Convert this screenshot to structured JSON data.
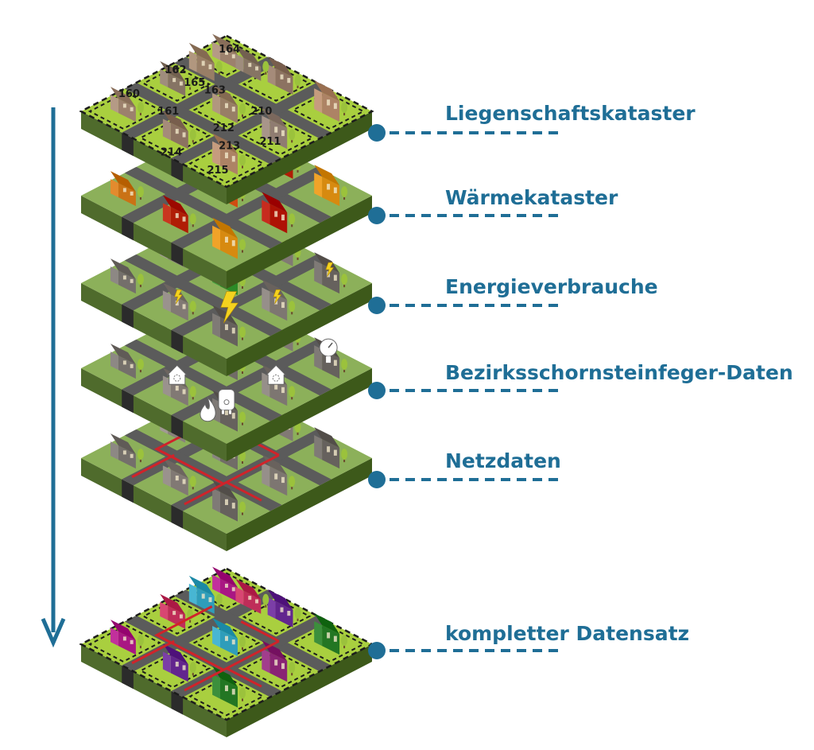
{
  "colors": {
    "accent": "#1f6e96",
    "grass_top": "#8cb05a",
    "grass_bright": "#a9cf3f",
    "grass_side": "#4f6b2c",
    "road": "#5b5b5b",
    "dashed_border": "#1c1c1c",
    "net_line": "#d0232a",
    "energy_bolt": "#f4d21f"
  },
  "layers": [
    {
      "id": "liegenschaft",
      "label": "Liegenschaftskataster",
      "theme": "parcels",
      "parcel_numbers": [
        "160",
        "161",
        "162",
        "163",
        "164",
        "165",
        "210",
        "211",
        "212",
        "213",
        "214",
        "215"
      ]
    },
    {
      "id": "waerme",
      "label": "Wärmekataster",
      "theme": "heat"
    },
    {
      "id": "energie",
      "label": "Energieverbrauche",
      "theme": "energy",
      "icon": "lightning-icon"
    },
    {
      "id": "schornstein",
      "label": "Bezirksschornsteinfeger-Daten",
      "theme": "chimney",
      "icons": [
        "gauge-icon",
        "boiler-icon",
        "heat-house-icon",
        "flame-icon"
      ]
    },
    {
      "id": "netz",
      "label": "Netzdaten",
      "theme": "network"
    },
    {
      "id": "komplett",
      "label": "kompletter Datensatz",
      "theme": "complete"
    }
  ],
  "arrow": {
    "direction": "down",
    "icon": "down-arrow-icon"
  }
}
